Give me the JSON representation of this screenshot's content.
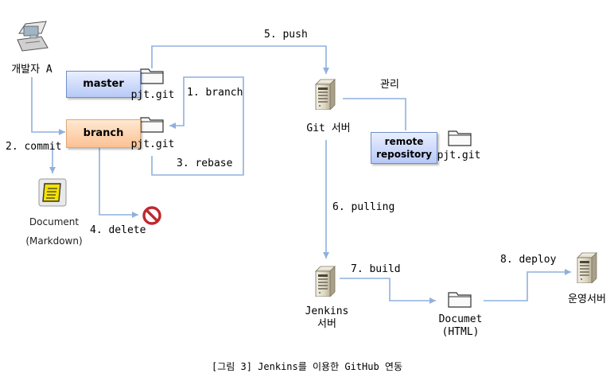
{
  "developer": {
    "label": "개발자 A"
  },
  "master": {
    "label": "master",
    "repo_label": "pjt.git"
  },
  "branch": {
    "label": "branch",
    "repo_label": "pjt.git"
  },
  "document": {
    "label_line1": "Document",
    "label_line2": "(Markdown)"
  },
  "git_server": {
    "label": "Git 서버",
    "manage_label": "관리"
  },
  "remote_repository": {
    "label_line1": "remote",
    "label_line2": "repository",
    "repo_label": "pjt.git"
  },
  "jenkins_server": {
    "label_line1": "Jenkins",
    "label_line2": "서버"
  },
  "documet_html": {
    "label_line1": "Documet",
    "label_line2": "(HTML)"
  },
  "production_server": {
    "label": "운영서버"
  },
  "steps": {
    "branch": "1. branch",
    "commit": "2. commit",
    "rebase": "3. rebase",
    "delete": "4. delete",
    "push": "5. push",
    "pulling": "6. pulling",
    "build": "7. build",
    "deploy": "8. deploy"
  },
  "caption": "[그림 3] Jenkins를 이용한 GitHub 연동",
  "colors": {
    "arrow": "#8fb0de",
    "master_fill": "#b7c9f6",
    "branch_fill": "#fbc193",
    "delete_icon": "#c0272d",
    "document_icon": "#f4e200"
  },
  "icons": [
    "computer-icon",
    "folder-icon",
    "document-icon",
    "prohibited-icon",
    "server-icon"
  ]
}
